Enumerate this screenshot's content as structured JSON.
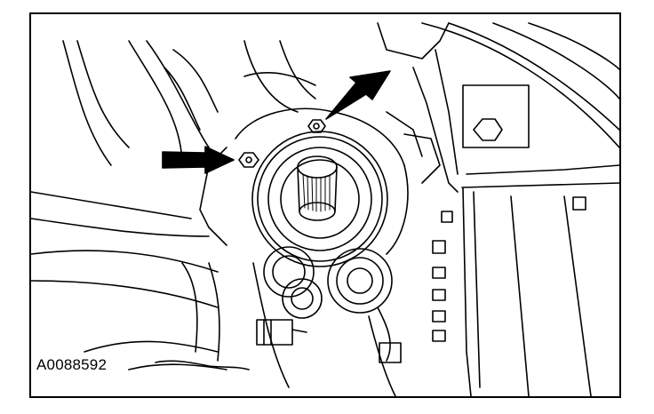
{
  "figure": {
    "id_label": "A0088592",
    "colors": {
      "line": "#000000",
      "background": "#ffffff"
    },
    "callouts": [
      {
        "name": "arrow-left-bolt",
        "points_to": "left-bolt"
      },
      {
        "name": "arrow-top-bolt",
        "points_to": "top-bolt"
      }
    ]
  }
}
